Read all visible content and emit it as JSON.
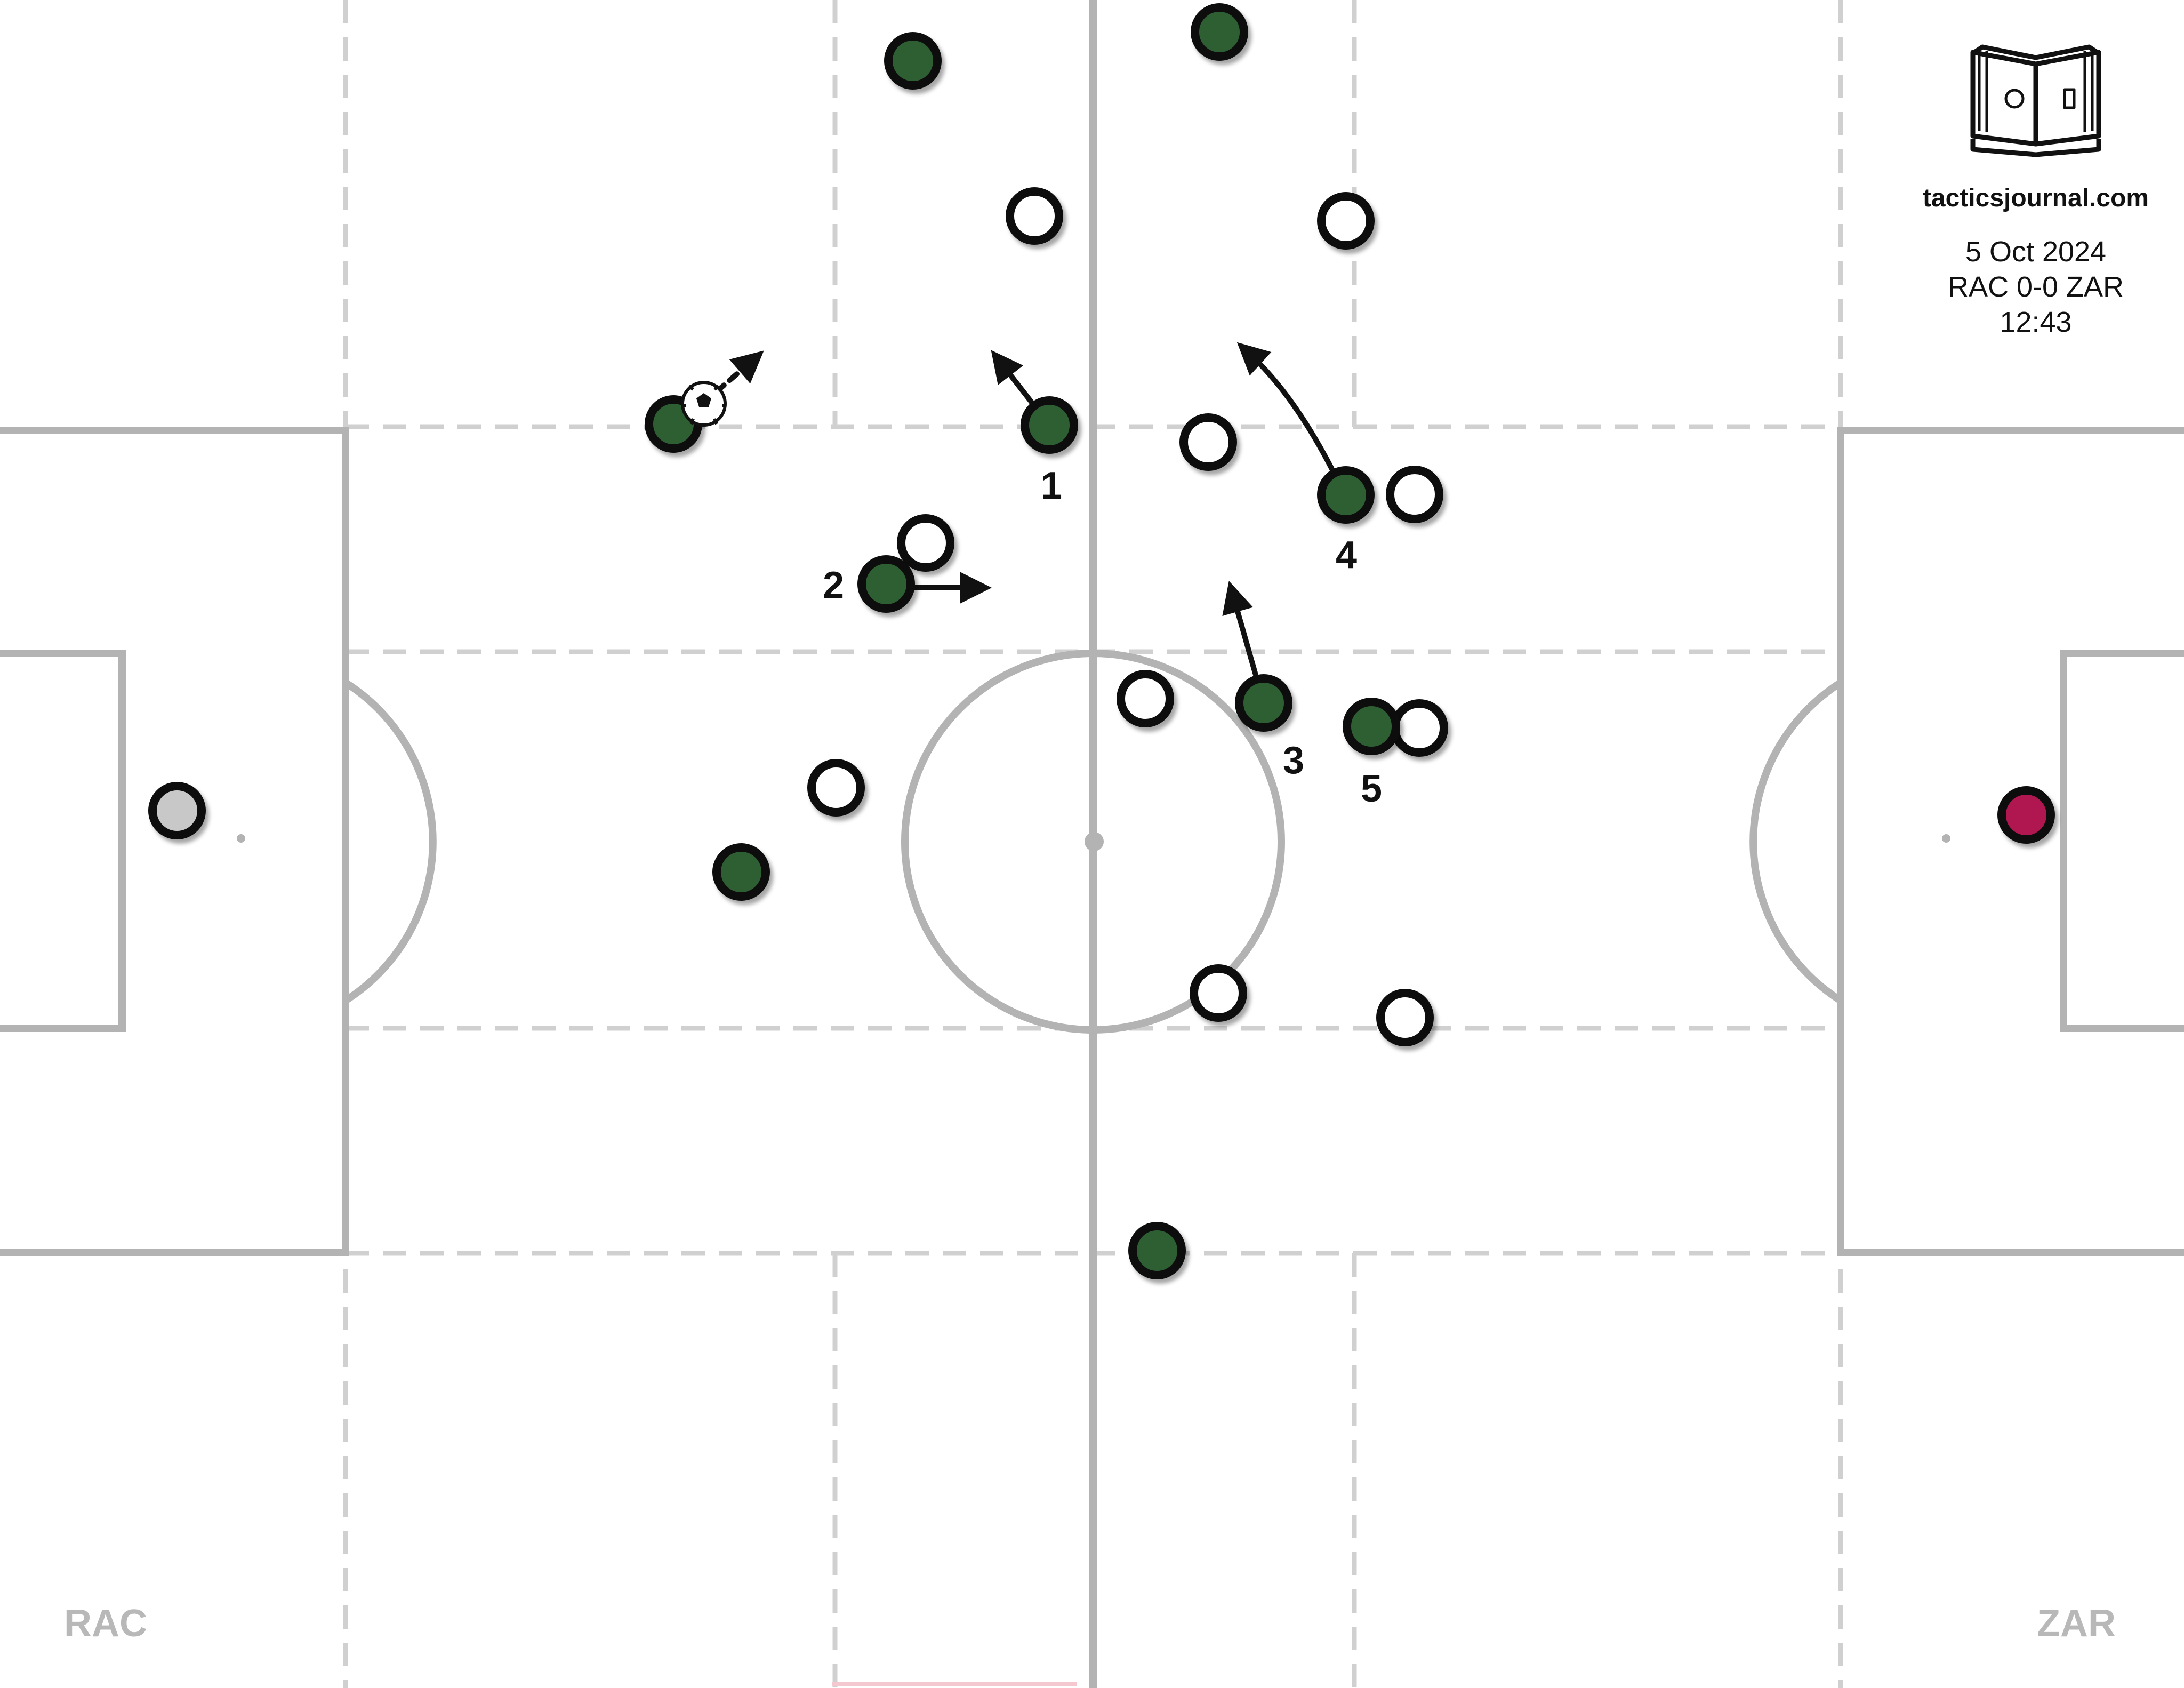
{
  "branding": {
    "site": "tacticsjournal.com",
    "logo_icon": "open-book-pitch-icon"
  },
  "match": {
    "date": "5 Oct 2024",
    "score": "RAC 0-0 ZAR",
    "time": "12:43"
  },
  "teams": {
    "left": {
      "label": "RAC"
    },
    "right": {
      "label": "ZAR"
    }
  },
  "colors": {
    "pitch_line": "#b3b3b3",
    "zone_line": "#d0d0d0",
    "team_green": "#2f5f33",
    "opponent_white": "#ffffff",
    "keeper_left": "#c8c8c8",
    "keeper_right": "#b0184f",
    "outline": "#111111",
    "team_label": "#b8b8b8"
  },
  "players": {
    "green": [
      {
        "number": ""
      },
      {
        "number": ""
      },
      {
        "number": ""
      },
      {
        "number": "1"
      },
      {
        "number": "2"
      },
      {
        "number": "4"
      },
      {
        "number": "3"
      },
      {
        "number": "5"
      },
      {
        "number": ""
      },
      {
        "number": ""
      }
    ],
    "white": [
      {
        "number": ""
      },
      {
        "number": ""
      },
      {
        "number": ""
      },
      {
        "number": ""
      },
      {
        "number": ""
      },
      {
        "number": ""
      },
      {
        "number": ""
      },
      {
        "number": ""
      },
      {
        "number": ""
      },
      {
        "number": ""
      },
      {
        "number": ""
      },
      {
        "number": ""
      }
    ],
    "goalkeepers": [
      {
        "side": "left",
        "number": ""
      },
      {
        "side": "right",
        "number": ""
      }
    ]
  },
  "movements": [
    {
      "player": "1",
      "type": "run"
    },
    {
      "player": "2",
      "type": "run"
    },
    {
      "player": "4",
      "type": "run"
    },
    {
      "player": "3",
      "type": "run"
    },
    {
      "player": "ball-carrier",
      "type": "ball-pass"
    }
  ],
  "ball": {
    "icon": "soccer-ball-icon"
  }
}
